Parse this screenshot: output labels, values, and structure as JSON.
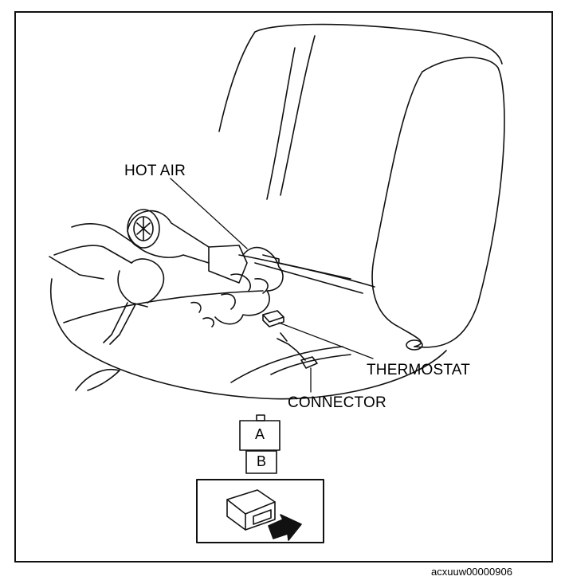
{
  "labels": {
    "hot_air": "HOT AIR",
    "thermostat": "THERMOSTAT",
    "connector": "CONNECTOR",
    "part_a": "A",
    "part_b": "B"
  },
  "figure_code": "acxuuw00000906"
}
